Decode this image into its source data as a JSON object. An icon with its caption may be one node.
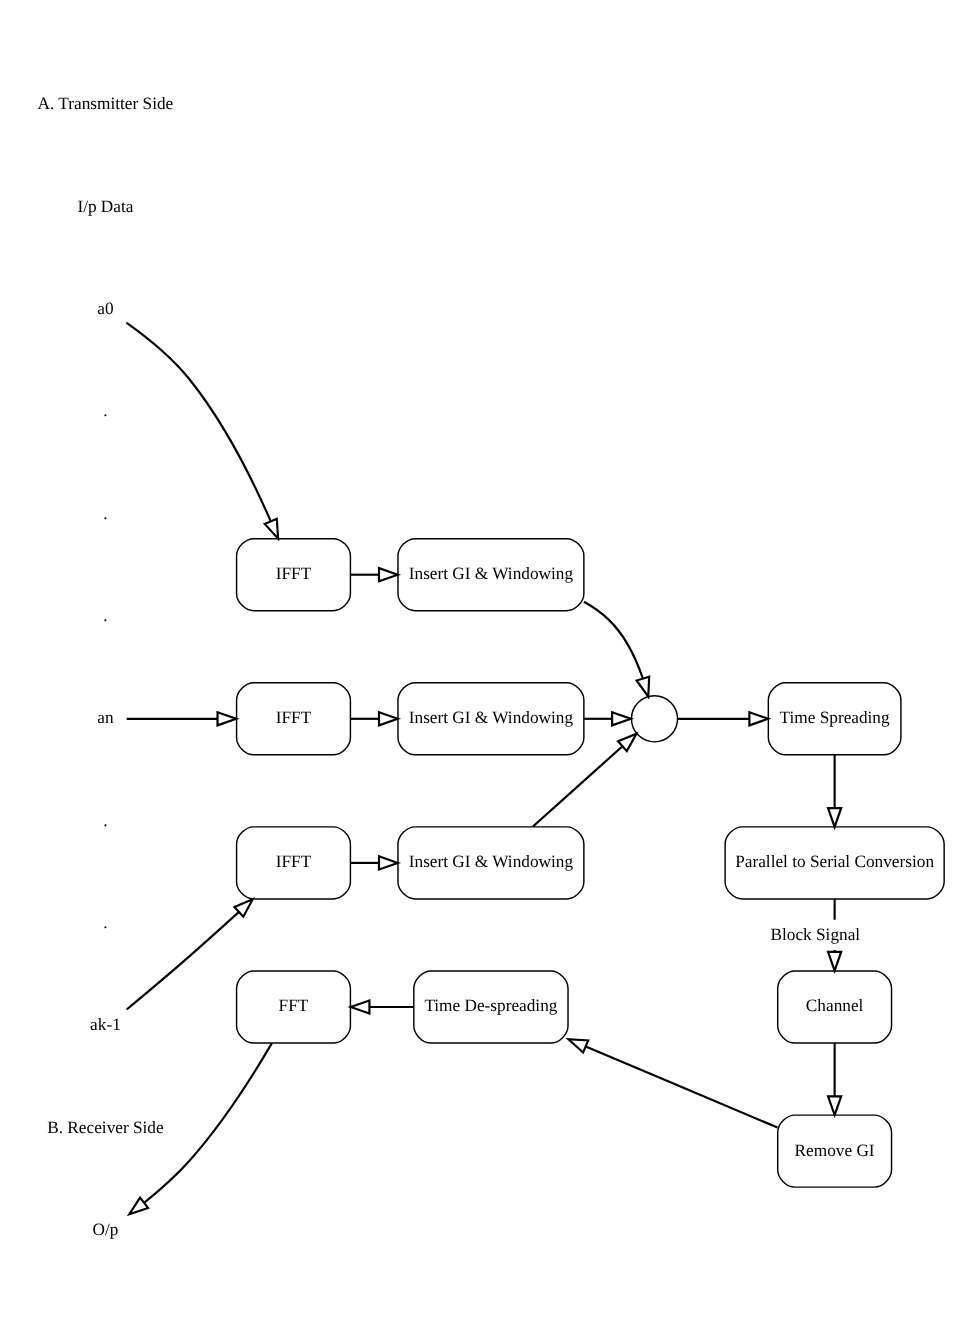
{
  "diagram": {
    "nodes": [
      {
        "text": [
          "a0"
        ]
      },
      {
        "text": [
          "IFFT"
        ]
      },
      {
        "text": [
          "Insert GI & Windowing"
        ]
      },
      {
        "text": [
          "an"
        ]
      },
      {
        "text": [
          "IFFT"
        ]
      },
      {
        "text": [
          "Insert GI & Windowing"
        ]
      },
      {
        "text": [
          "ak-1"
        ]
      },
      {
        "text": [
          "IFFT"
        ]
      },
      {
        "text": [
          "Insert GI & Windowing"
        ]
      },
      {
        "text": [],
        "shape": "circle"
      },
      {
        "text": [
          "Time Spreading"
        ]
      },
      {
        "text": [
          "Parallel to Serial Conversion"
        ]
      },
      {
        "text": [
          "Channel"
        ]
      },
      {
        "text": [
          "Remove GI"
        ]
      },
      {
        "text": [
          "Time De-spreading"
        ]
      },
      {
        "text": [
          "FFT"
        ]
      },
      {
        "text": [
          "O/p"
        ]
      }
    ],
    "edges": [
      {
        "from": 0,
        "to": 1,
        "arrow": "to"
      },
      {
        "from": 1,
        "to": 2,
        "arrow": "to"
      },
      {
        "from": 3,
        "to": 4,
        "arrow": "to"
      },
      {
        "from": 4,
        "to": 5,
        "arrow": "to"
      },
      {
        "from": 6,
        "to": 7,
        "arrow": "to"
      },
      {
        "from": 7,
        "to": 8,
        "arrow": "to"
      },
      {
        "from": 2,
        "to": 9,
        "arrow": "to"
      },
      {
        "from": 5,
        "to": 9,
        "arrow": "to"
      },
      {
        "from": 8,
        "to": 9,
        "arrow": "to"
      },
      {
        "from": 9,
        "to": 10,
        "arrow": "to"
      },
      {
        "from": 10,
        "to": 11,
        "arrow": "to"
      },
      {
        "from": 11,
        "to": 12,
        "arrow": "to",
        "label": "Block Signal"
      },
      {
        "from": 12,
        "to": 13,
        "arrow": "to"
      },
      {
        "from": 13,
        "to": 14,
        "arrow": "to"
      },
      {
        "from": 14,
        "to": 15,
        "arrow": "to"
      },
      {
        "from": 15,
        "to": 16,
        "arrow": "to"
      }
    ],
    "labels": [
      "A. Transmitter Side",
      "I/p Data",
      ".",
      ".",
      ".",
      ".",
      ".",
      "B. Receiver Side"
    ]
  }
}
